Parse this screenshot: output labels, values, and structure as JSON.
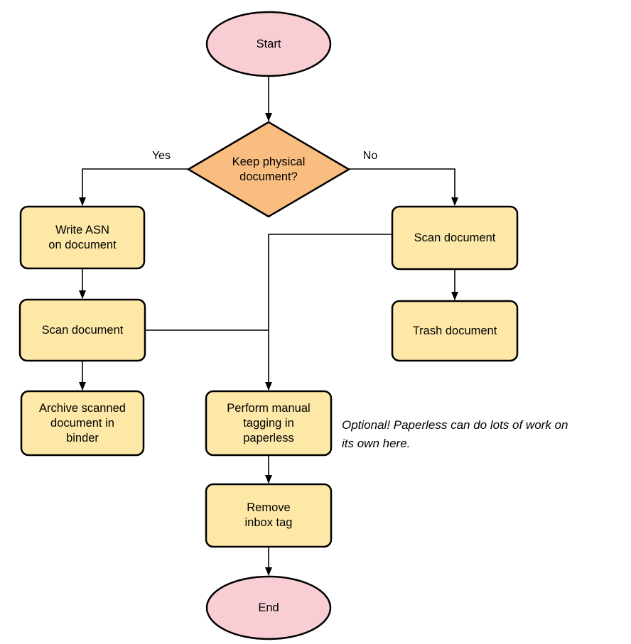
{
  "colors": {
    "terminal_fill": "#f8cdd3",
    "decision_fill": "#f9bd80",
    "process_fill": "#fde8a8",
    "stroke": "#000000",
    "background": "#ffffff"
  },
  "nodes": {
    "start": {
      "label": "Start"
    },
    "decision": {
      "label": "Keep physical\ndocument?"
    },
    "write_asn": {
      "label": "Write ASN\non document"
    },
    "scan_left": {
      "label": "Scan document"
    },
    "scan_right": {
      "label": "Scan document"
    },
    "trash": {
      "label": "Trash document"
    },
    "archive": {
      "label": "Archive scanned\ndocument in\nbinder"
    },
    "tagging": {
      "label": "Perform manual\ntagging in\npaperless"
    },
    "remove_inbox": {
      "label": "Remove\ninbox tag"
    },
    "end": {
      "label": "End"
    }
  },
  "edges": {
    "yes_label": "Yes",
    "no_label": "No"
  },
  "annotation": "Optional! Paperless can do lots of work on\nits own here."
}
